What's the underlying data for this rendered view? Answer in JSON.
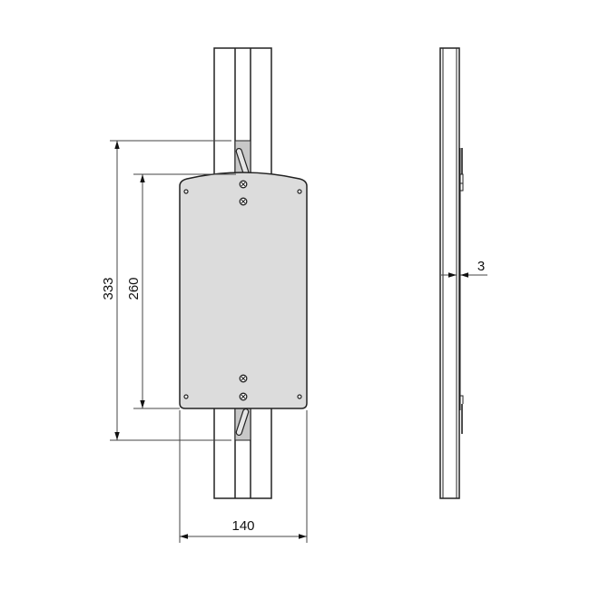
{
  "drawing": {
    "title": "Wall bracket mounting plate on rail – dimensioned drawing",
    "views": [
      "front-view",
      "side-view"
    ],
    "units": "mm"
  },
  "dimensions": {
    "overall_height": "333",
    "plate_height": "260",
    "plate_width": "140",
    "plate_thickness": "3"
  },
  "colors": {
    "line": "#222222",
    "plate_fill": "#dcdcdc",
    "slot_fill": "#c8c8c8",
    "dimension_line": "#444444",
    "background": "#ffffff"
  }
}
